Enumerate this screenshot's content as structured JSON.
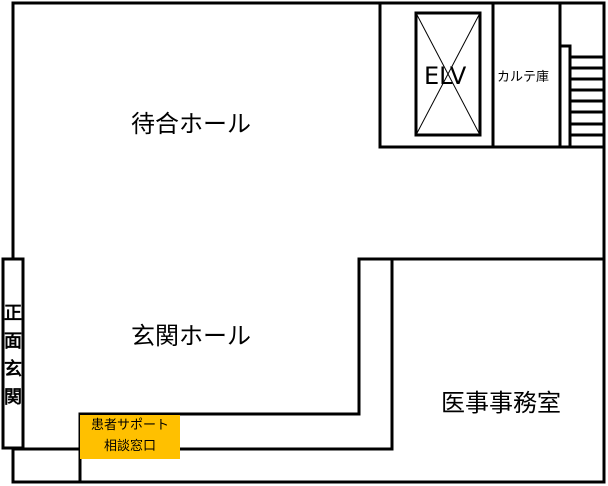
{
  "rooms": {
    "waiting_hall": "待合ホール",
    "entrance_hall": "玄関ホール",
    "medical_office": "医事事務室",
    "elevator": "ELV",
    "chart_storage": "カルテ庫",
    "main_entrance": "正面玄関",
    "patient_support_line1": "患者サポート",
    "patient_support_line2": "相談窓口"
  },
  "colors": {
    "wall": "#000000",
    "support_desk": "#ffc000"
  }
}
